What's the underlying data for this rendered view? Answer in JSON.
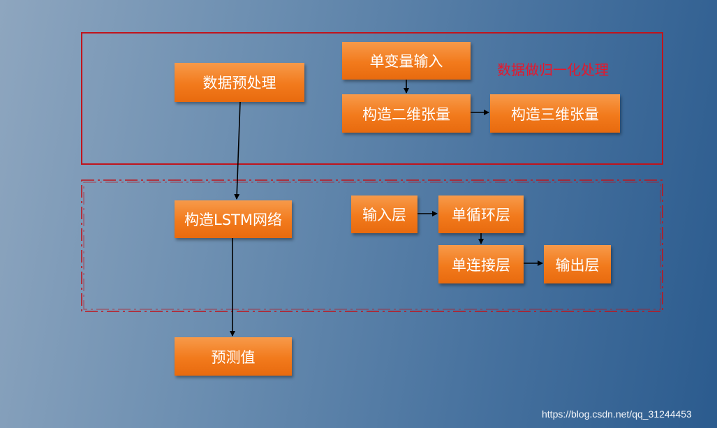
{
  "diagram": {
    "nodes": {
      "preprocess": "数据预处理",
      "univariate_input": "单变量输入",
      "build_2d_tensor": "构造二维张量",
      "build_3d_tensor": "构造三维张量",
      "build_lstm": "构造LSTM网络",
      "input_layer": "输入层",
      "single_rnn_layer": "单循环层",
      "single_dense_layer": "单连接层",
      "output_layer": "输出层",
      "prediction": "预测值"
    },
    "annotation": "数据做归一化处理",
    "edges": [
      [
        "preprocess",
        "build_lstm"
      ],
      [
        "build_lstm",
        "prediction"
      ],
      [
        "univariate_input",
        "build_2d_tensor"
      ],
      [
        "build_2d_tensor",
        "build_3d_tensor"
      ],
      [
        "input_layer",
        "single_rnn_layer"
      ],
      [
        "single_rnn_layer",
        "single_dense_layer"
      ],
      [
        "single_dense_layer",
        "output_layer"
      ]
    ],
    "colors": {
      "node_fill": "#f27a1c",
      "region_solid": "#c0141c",
      "region_dashed": "#c0141c",
      "annotation": "#e8162a"
    }
  },
  "watermark": "https://blog.csdn.net/qq_31244453"
}
